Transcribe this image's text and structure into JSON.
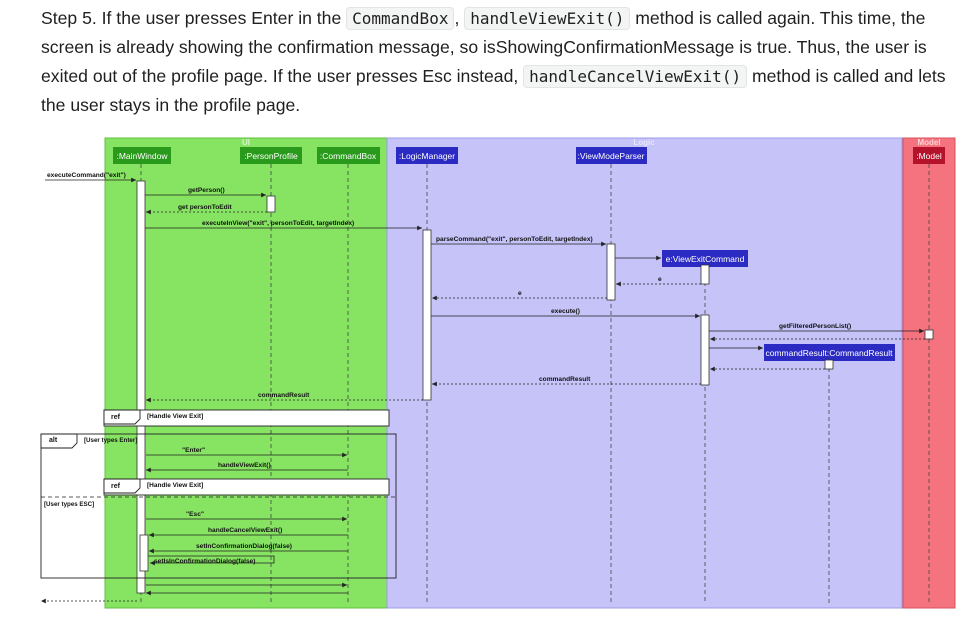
{
  "text": {
    "t1": "Step 5. If the user presses Enter in the ",
    "c1": "CommandBox",
    "t2": ", ",
    "c2": "handleViewExit()",
    "t3": " method is called again. This time, the screen is already showing the confirmation message, so isShowingConfirmationMessage is true. Thus, the user is exited out of the profile page. If the user presses Esc instead, ",
    "c3": "handleCancelViewExit()",
    "t4": " method is called and lets the user stays in the profile page."
  },
  "diagram": {
    "groups": {
      "ui": "UI",
      "logic": "Logic",
      "model": "Model"
    },
    "participants": {
      "main_window": ":MainWindow",
      "person_profile": ":PersonProfile",
      "command_box": ":CommandBox",
      "logic_manager": ":LogicManager",
      "view_mode_parser": ":ViewModeParser",
      "model": ":Model",
      "view_exit_command": "e:ViewExitCommand",
      "command_result": "commandResult:CommandResult"
    },
    "messages": {
      "execute_command": "executeCommand(\"exit\")",
      "get_person": "getPerson()",
      "get_person_to_edit": "get personToEdit",
      "execute_in_view": "executeInView(\"exit\", personToEdit, targetIndex)",
      "parse_command": "parseCommand(\"exit\", personToEdit, targetIndex)",
      "return_e1": "e",
      "return_e2": "e",
      "execute": "execute()",
      "get_filtered_person_list": "getFilteredPersonList()",
      "command_result_inner": "commandResult",
      "command_result_outer": "commandResult",
      "enter": "\"Enter\"",
      "handle_view_exit": "handleViewExit()",
      "esc": "\"Esc\"",
      "handle_cancel_view_exit": "handleCancelViewExit()",
      "set_in_confirmation_dialog_1": "setInConfirmationDialog(false)",
      "set_in_confirmation_dialog_2": "setIsInConfirmationDialog(false)"
    },
    "fragments": {
      "ref_tag": "ref",
      "alt_tag": "alt",
      "ref1_label": "[Handle View Exit]",
      "ref2_label": "[Handle View Exit]",
      "guard_enter": "[User types Enter]",
      "guard_esc": "[User types ESC]"
    },
    "colors": {
      "ui_bg": "#87e463",
      "ui_box": "#2a9a1c",
      "logic_bg": "#c5c3f7",
      "logic_box": "#2b2bc4",
      "model_bg": "#f4737e",
      "model_box": "#b5122b"
    }
  }
}
